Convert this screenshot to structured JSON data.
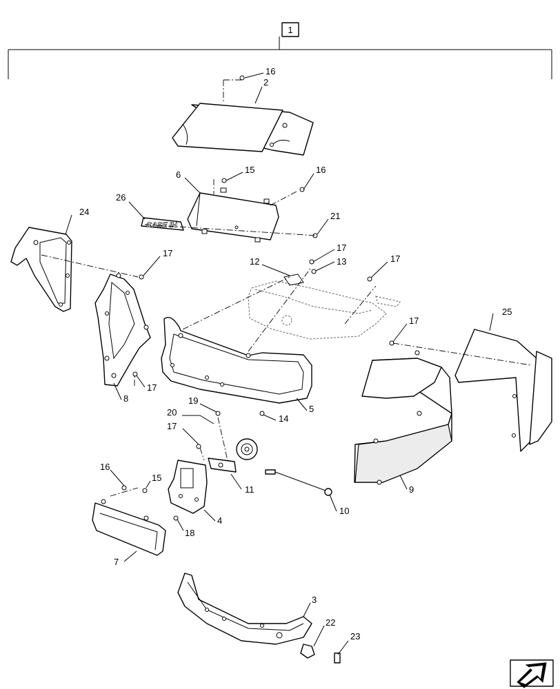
{
  "assembly_ref": "1",
  "callouts": {
    "c2": "2",
    "c3": "3",
    "c4": "4",
    "c5": "5",
    "c6": "6",
    "c7": "7",
    "c8": "8",
    "c9": "9",
    "c10": "10",
    "c11": "11",
    "c12": "12",
    "c13": "13",
    "c14": "14",
    "c15a": "15",
    "c15b": "15",
    "c16a": "16",
    "c16b": "16",
    "c16c": "16",
    "c17a": "17",
    "c17b": "17",
    "c17c": "17",
    "c17d": "17",
    "c17e": "17",
    "c17f": "17",
    "c18": "18",
    "c19": "19",
    "c20": "20",
    "c21": "21",
    "c22": "22",
    "c23": "23",
    "c24": "24",
    "c25": "25",
    "c26": "26"
  },
  "logo": {
    "text": "CASE IH"
  },
  "nav": {
    "icon": "arrow-next-page-icon"
  }
}
